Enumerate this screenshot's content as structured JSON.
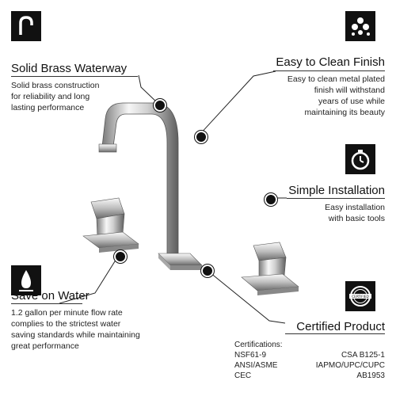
{
  "features": {
    "waterway": {
      "icon": "spout-icon",
      "title": "Solid Brass Waterway",
      "desc": [
        "Solid brass construction",
        "for reliability and long",
        "lasting performance"
      ]
    },
    "clean": {
      "icon": "sparkle-icon",
      "title": "Easy to Clean Finish",
      "desc": [
        "Easy to clean metal plated",
        "finish will withstand",
        "years of use while",
        "maintaining its beauty"
      ]
    },
    "install": {
      "icon": "stopwatch-icon",
      "title": "Simple Installation",
      "desc": [
        "Easy installation",
        "with basic tools"
      ]
    },
    "water": {
      "icon": "water-drop-icon",
      "title": "Save on Water",
      "desc": [
        "1.2 gallon per minute flow rate",
        "complies to the strictest water",
        "saving standards while maintaining",
        "great performance"
      ]
    },
    "certified": {
      "icon": "certified-seal-icon",
      "title": "Certified Product",
      "seal_text": "CERTIFIED",
      "certs_label": "Certifications:",
      "certs": [
        [
          "NSF61-9",
          "CSA B125-1"
        ],
        [
          "ANSI/ASME",
          "IAPMO/UPC/CUPC"
        ],
        [
          "CEC",
          "AB1953"
        ]
      ]
    }
  },
  "colors": {
    "icon_bg": "#111111",
    "chrome_light": "#f2f2f2",
    "chrome_dark": "#6b6b6b"
  }
}
